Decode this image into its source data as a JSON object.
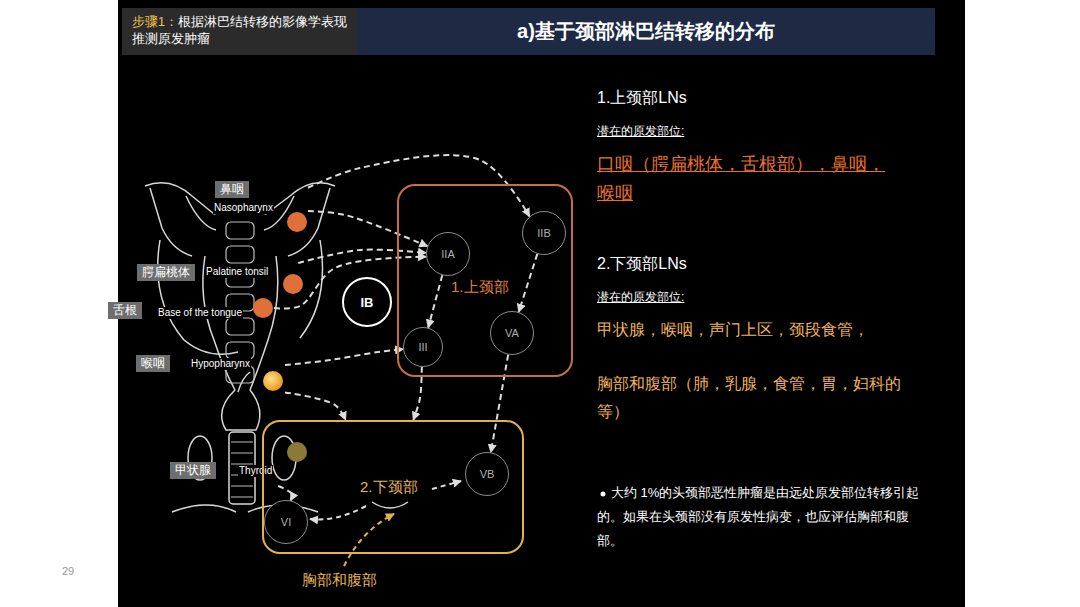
{
  "diagram": {
    "title": "a)基于颈部淋巴结转移的分布",
    "nodes": [
      {
        "text": [
          "步骤1：",
          "根据淋巴结转移的影像学表现推测原发肿瘤"
        ]
      },
      {
        "text": [
          "鼻咽",
          "Nasopharynx"
        ]
      },
      {
        "text": [
          "腭扁桃体",
          "Palatine tonsil"
        ]
      },
      {
        "text": [
          "舌根",
          "Base of the tongue"
        ]
      },
      {
        "text": [
          "喉咽",
          "Hypopharynx"
        ]
      },
      {
        "text": [
          "甲状腺",
          "Thyroid"
        ]
      },
      {
        "text": [
          "1.上颈部"
        ]
      },
      {
        "text": [
          "IIA"
        ],
        "in": 6
      },
      {
        "text": [
          "IIB"
        ],
        "in": 6
      },
      {
        "text": [
          "III"
        ],
        "in": 6
      },
      {
        "text": [
          "VA"
        ],
        "in": 6
      },
      {
        "text": [
          "IB"
        ]
      },
      {
        "text": [
          "2.下颈部"
        ]
      },
      {
        "text": [
          "VI"
        ],
        "in": 12
      },
      {
        "text": [
          "VB"
        ],
        "in": 12
      }
    ],
    "edges": [
      {
        "from": 1,
        "to": 8,
        "arrow": "to"
      },
      {
        "from": 1,
        "to": 7,
        "arrow": "to"
      },
      {
        "from": 2,
        "to": 7,
        "arrow": "to"
      },
      {
        "from": 3,
        "to": 7,
        "arrow": "to"
      },
      {
        "from": 4,
        "to": 9,
        "arrow": "to"
      },
      {
        "from": 4,
        "to": 12,
        "arrow": "to"
      },
      {
        "from": 5,
        "to": 13,
        "arrow": "to"
      },
      {
        "from": 8,
        "to": 10,
        "arrow": "to"
      },
      {
        "from": 7,
        "to": 9,
        "arrow": "to"
      },
      {
        "from": 9,
        "to": 12,
        "arrow": "to"
      },
      {
        "from": 10,
        "to": 14,
        "arrow": "to"
      }
    ],
    "labels": [
      "1.上颈部LNs",
      "潜在的原发部位:",
      "口咽（腭扁桃体，舌根部），鼻咽，喉咽",
      "2.下颈部LNs",
      "潜在的原发部位:",
      "甲状腺，喉咽，声门上区，颈段食管，",
      "胸部和腹部（肺，乳腺，食管，胃，妇科的等）",
      "大约 1%的头颈部恶性肿瘤是由远处原发部位转移引起的。如果在头颈部没有原发性病变，也应评估胸部和腹部。",
      "胸部和腹部",
      "29"
    ]
  }
}
